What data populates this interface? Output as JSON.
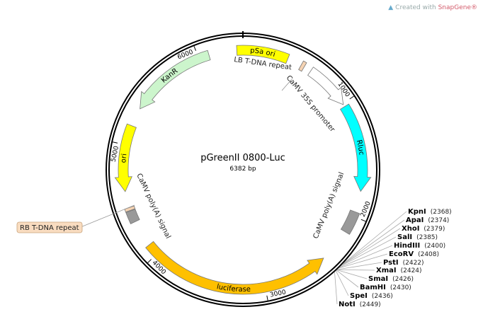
{
  "watermark": {
    "prefix": "Created with ",
    "brand": "SnapGene®"
  },
  "plasmid": {
    "name": "pGreenII 0800-Luc",
    "length_label": "6382 bp",
    "length": 6382
  },
  "ticks": [
    {
      "pos": 1000,
      "label": "1000"
    },
    {
      "pos": 2000,
      "label": "2000"
    },
    {
      "pos": 3000,
      "label": "3000"
    },
    {
      "pos": 4000,
      "label": "4000"
    },
    {
      "pos": 5000,
      "label": "5000"
    },
    {
      "pos": 6000,
      "label": "6000"
    }
  ],
  "features": [
    {
      "name": "pSa ori",
      "start": 6330,
      "end": 390,
      "direction": "none",
      "color": "#ffff00",
      "inside_label": true
    },
    {
      "name": "LB T-DNA repeat",
      "start": 515,
      "end": 545,
      "direction": "none",
      "color": "#f5d3b3",
      "inside_label": false
    },
    {
      "name": "CaMV 35S promoter",
      "start": 610,
      "end": 1010,
      "direction": "forward",
      "color": "#ffffff",
      "inside_label": false
    },
    {
      "name": "Rluc",
      "start": 1030,
      "end": 1780,
      "direction": "forward",
      "color": "#00ffff",
      "inside_label": true
    },
    {
      "name": "CaMV poly(A) signal",
      "start": 1960,
      "end": 2150,
      "direction": "none",
      "color": "#999999",
      "inside_label": false
    },
    {
      "name": "luciferase",
      "start": 2440,
      "end": 4100,
      "direction": "reverse",
      "color": "#ffc000",
      "inside_label": true
    },
    {
      "name": "CaMV poly(A) signal",
      "start": 4330,
      "end": 4430,
      "direction": "none",
      "color": "#999999",
      "inside_label": false
    },
    {
      "name": "RB T-DNA repeat",
      "start": 4435,
      "end": 4460,
      "direction": "none",
      "color": "#f5d3b3",
      "inside_label": false
    },
    {
      "name": "ori",
      "start": 4600,
      "end": 5170,
      "direction": "reverse",
      "color": "#ffff00",
      "inside_label": true
    },
    {
      "name": "KanR",
      "start": 5330,
      "end": 6090,
      "direction": "reverse",
      "color": "#ccf5cc",
      "inside_label": true
    }
  ],
  "outside_labels": {
    "lb": "LB T-DNA repeat",
    "camv35s": "CaMV 35S promoter",
    "polya_right": "CaMV poly(A) signal",
    "polya_left": "CaMV poly(A) signal",
    "rb": "RB T-DNA repeat"
  },
  "sites": [
    {
      "enzyme": "KpnI",
      "pos": 2368,
      "pos_label": "(2368)"
    },
    {
      "enzyme": "ApaI",
      "pos": 2374,
      "pos_label": "(2374)"
    },
    {
      "enzyme": "XhoI",
      "pos": 2379,
      "pos_label": "(2379)"
    },
    {
      "enzyme": "SalI",
      "pos": 2385,
      "pos_label": "(2385)"
    },
    {
      "enzyme": "HindIII",
      "pos": 2400,
      "pos_label": "(2400)"
    },
    {
      "enzyme": "EcoRV",
      "pos": 2408,
      "pos_label": "(2408)"
    },
    {
      "enzyme": "PstI",
      "pos": 2422,
      "pos_label": "(2422)"
    },
    {
      "enzyme": "XmaI",
      "pos": 2424,
      "pos_label": "(2424)"
    },
    {
      "enzyme": "SmaI",
      "pos": 2426,
      "pos_label": "(2426)"
    },
    {
      "enzyme": "BamHI",
      "pos": 2430,
      "pos_label": "(2430)"
    },
    {
      "enzyme": "SpeI",
      "pos": 2436,
      "pos_label": "(2436)"
    },
    {
      "enzyme": "NotI",
      "pos": 2449,
      "pos_label": "(2449)"
    }
  ]
}
